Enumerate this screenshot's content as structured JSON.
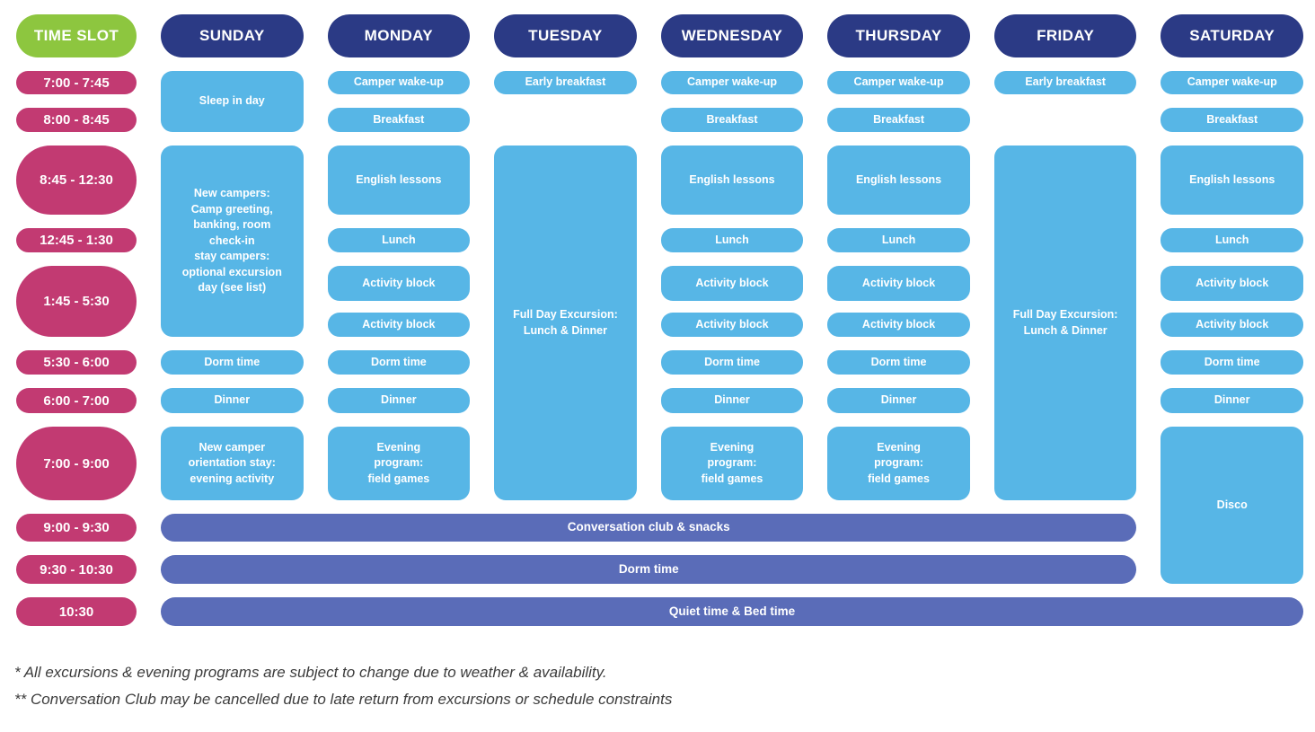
{
  "header": {
    "time_slot_label": "TIME SLOT",
    "days": [
      "SUNDAY",
      "MONDAY",
      "TUESDAY",
      "WEDNESDAY",
      "THURSDAY",
      "FRIDAY",
      "SATURDAY"
    ]
  },
  "time_slots": [
    "7:00 - 7:45",
    "8:00 - 8:45",
    "8:45 - 12:30",
    "12:45 - 1:30",
    "1:45 - 5:30",
    "5:30 - 6:00",
    "6:00 - 7:00",
    "7:00 - 9:00",
    "9:00 - 9:30",
    "9:30 - 10:30",
    "10:30"
  ],
  "cells": [
    {
      "name": "sunday-sleep-in-day",
      "col": 2,
      "row": 2,
      "rowSpan": 2,
      "label": "Sleep in day"
    },
    {
      "name": "sunday-morning-program",
      "col": 2,
      "row": 4,
      "rowSpan": 3,
      "label": "New campers:\nCamp greeting,\nbanking, room\ncheck-in\nstay campers:\noptional excursion\nday (see list)"
    },
    {
      "name": "sunday-dorm-time",
      "col": 2,
      "row": 7,
      "label": "Dorm time"
    },
    {
      "name": "sunday-dinner",
      "col": 2,
      "row": 8,
      "label": "Dinner"
    },
    {
      "name": "sunday-evening-activity",
      "col": 2,
      "row": 9,
      "label": "New camper\norientation stay:\nevening activity"
    },
    {
      "name": "monday-camper-wake-up",
      "col": 3,
      "row": 2,
      "label": "Camper wake-up"
    },
    {
      "name": "monday-breakfast",
      "col": 3,
      "row": 3,
      "label": "Breakfast"
    },
    {
      "name": "monday-english-lessons",
      "col": 3,
      "row": 4,
      "label": "English lessons"
    },
    {
      "name": "monday-lunch",
      "col": 3,
      "row": 5,
      "label": "Lunch"
    },
    {
      "name": "monday-activity-blocks",
      "col": 3,
      "row": 6,
      "stack": [
        "Activity block",
        "Activity block"
      ]
    },
    {
      "name": "monday-dorm-time",
      "col": 3,
      "row": 7,
      "label": "Dorm time"
    },
    {
      "name": "monday-dinner",
      "col": 3,
      "row": 8,
      "label": "Dinner"
    },
    {
      "name": "monday-evening-program",
      "col": 3,
      "row": 9,
      "label": "Evening\nprogram:\nfield games"
    },
    {
      "name": "tuesday-early-breakfast",
      "col": 4,
      "row": 2,
      "label": "Early breakfast"
    },
    {
      "name": "tuesday-full-day-excursion",
      "col": 4,
      "row": 4,
      "rowSpan": 6,
      "label": "Full Day Excursion:\nLunch & Dinner"
    },
    {
      "name": "wednesday-camper-wake-up",
      "col": 5,
      "row": 2,
      "label": "Camper wake-up"
    },
    {
      "name": "wednesday-breakfast",
      "col": 5,
      "row": 3,
      "label": "Breakfast"
    },
    {
      "name": "wednesday-english-lessons",
      "col": 5,
      "row": 4,
      "label": "English lessons"
    },
    {
      "name": "wednesday-lunch",
      "col": 5,
      "row": 5,
      "label": "Lunch"
    },
    {
      "name": "wednesday-activity-blocks",
      "col": 5,
      "row": 6,
      "stack": [
        "Activity block",
        "Activity block"
      ]
    },
    {
      "name": "wednesday-dorm-time",
      "col": 5,
      "row": 7,
      "label": "Dorm time"
    },
    {
      "name": "wednesday-dinner",
      "col": 5,
      "row": 8,
      "label": "Dinner"
    },
    {
      "name": "wednesday-evening-program",
      "col": 5,
      "row": 9,
      "label": "Evening\nprogram:\nfield games"
    },
    {
      "name": "thursday-camper-wake-up",
      "col": 6,
      "row": 2,
      "label": "Camper wake-up"
    },
    {
      "name": "thursday-breakfast",
      "col": 6,
      "row": 3,
      "label": "Breakfast"
    },
    {
      "name": "thursday-english-lessons",
      "col": 6,
      "row": 4,
      "label": "English lessons"
    },
    {
      "name": "thursday-lunch",
      "col": 6,
      "row": 5,
      "label": "Lunch"
    },
    {
      "name": "thursday-activity-blocks",
      "col": 6,
      "row": 6,
      "stack": [
        "Activity block",
        "Activity block"
      ]
    },
    {
      "name": "thursday-dorm-time",
      "col": 6,
      "row": 7,
      "label": "Dorm time"
    },
    {
      "name": "thursday-dinner",
      "col": 6,
      "row": 8,
      "label": "Dinner"
    },
    {
      "name": "thursday-evening-program",
      "col": 6,
      "row": 9,
      "label": "Evening\nprogram:\nfield games"
    },
    {
      "name": "friday-early-breakfast",
      "col": 7,
      "row": 2,
      "label": "Early breakfast"
    },
    {
      "name": "friday-full-day-excursion",
      "col": 7,
      "row": 4,
      "rowSpan": 6,
      "label": "Full Day Excursion:\nLunch & Dinner"
    },
    {
      "name": "saturday-camper-wake-up",
      "col": 8,
      "row": 2,
      "label": "Camper wake-up"
    },
    {
      "name": "saturday-breakfast",
      "col": 8,
      "row": 3,
      "label": "Breakfast"
    },
    {
      "name": "saturday-english-lessons",
      "col": 8,
      "row": 4,
      "label": "English lessons"
    },
    {
      "name": "saturday-lunch",
      "col": 8,
      "row": 5,
      "label": "Lunch"
    },
    {
      "name": "saturday-activity-blocks",
      "col": 8,
      "row": 6,
      "stack": [
        "Activity block",
        "Activity block"
      ]
    },
    {
      "name": "saturday-dorm-time",
      "col": 8,
      "row": 7,
      "label": "Dorm time"
    },
    {
      "name": "saturday-dinner",
      "col": 8,
      "row": 8,
      "label": "Dinner"
    },
    {
      "name": "saturday-disco",
      "col": 8,
      "row": 9,
      "rowSpan": 3,
      "label": "Disco"
    },
    {
      "name": "conversation-club-bar",
      "col": 2,
      "colSpan": 6,
      "row": 10,
      "kind": "bar",
      "label": "Conversation club & snacks"
    },
    {
      "name": "dorm-time-bar",
      "col": 2,
      "colSpan": 6,
      "row": 11,
      "kind": "bar",
      "label": "Dorm time"
    },
    {
      "name": "quiet-time-bar",
      "col": 2,
      "colSpan": 7,
      "row": 12,
      "kind": "bar",
      "label": "Quiet time & Bed time"
    }
  ],
  "footnotes": [
    "* All excursions & evening programs are subject to change due to weather & availability.",
    "** Conversation Club may be cancelled due to late return from excursions or schedule constraints"
  ],
  "colors": {
    "time_header_bg": "#8dc63f",
    "day_header_bg": "#2b3a85",
    "time_slot_bg": "#c23a72",
    "activity_bg": "#57b6e6",
    "bar_bg": "#5a6cb8"
  }
}
